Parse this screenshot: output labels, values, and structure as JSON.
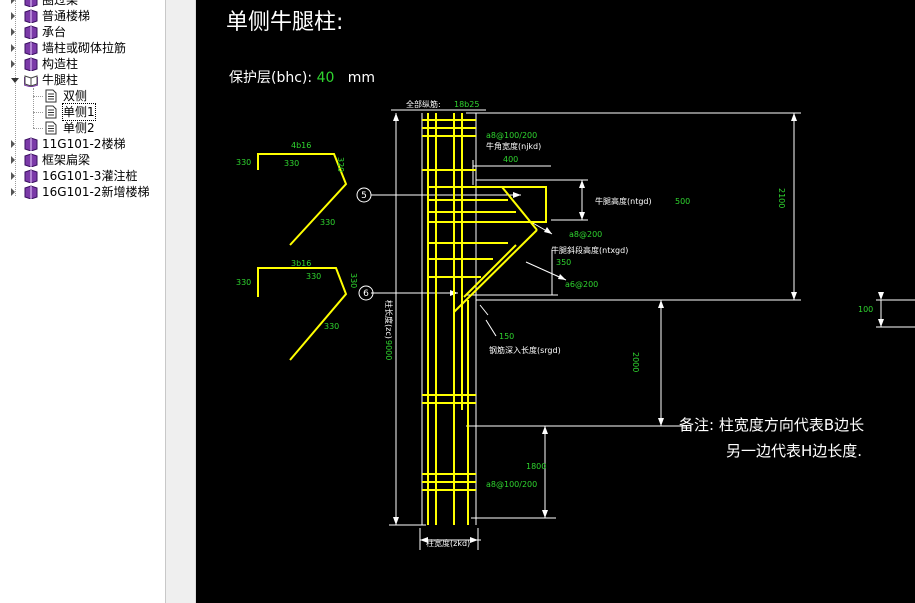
{
  "tree": {
    "items": [
      {
        "label": "圈过梁",
        "expanded": false,
        "book": true
      },
      {
        "label": "普通楼梯",
        "expanded": false,
        "book": true
      },
      {
        "label": "承台",
        "expanded": false,
        "book": true
      },
      {
        "label": "墙柱或砌体拉筋",
        "expanded": false,
        "book": true
      },
      {
        "label": "构造柱",
        "expanded": false,
        "book": true
      },
      {
        "label": "牛腿柱",
        "expanded": true,
        "book": true
      },
      {
        "label": "双侧",
        "child": true
      },
      {
        "label": "单侧1",
        "child": true,
        "selected": true
      },
      {
        "label": "单侧2",
        "child": true
      },
      {
        "label": "11G101-2楼梯",
        "expanded": false,
        "book": true
      },
      {
        "label": "框架扁梁",
        "expanded": false,
        "book": true
      },
      {
        "label": "16G101-3灌注桩",
        "expanded": false,
        "book": true
      },
      {
        "label": "16G101-2新增楼梯",
        "expanded": false,
        "book": true
      }
    ]
  },
  "drawing": {
    "title": "单侧牛腿柱:",
    "cover_label": "保护层(bhc):",
    "cover_value": "40",
    "cover_unit": "mm",
    "note_line1": "备注: 柱宽度方向代表B边长",
    "note_line2": "另一边代表H边长度.",
    "labels": {
      "all_bars": "全部纵筋:",
      "all_bars_value": "18b25",
      "stirrup_top": "a8@100/200",
      "corbel_width": "牛角宽度(njkd)",
      "corbel_width_value": "400",
      "corbel_height": "牛腿高度(ntgd)",
      "corbel_height_value": "500",
      "stirrup_a8_200": "a8@200",
      "slope_height": "牛腿斜段高度(ntxgd)",
      "slope_height_value": "350",
      "stirrup_a6_200": "a6@200",
      "len_2100": "2100",
      "len_100": "100",
      "len_2000": "2000",
      "len_1800": "1800",
      "len_150": "150",
      "anchor_len": "钢筋深入长度(srgd)",
      "column_len": "柱长度(zc)",
      "column_len_value": "9000",
      "stirrup_bottom": "a8@100/200",
      "column_width": "柱宽度(zkd)",
      "bar5_count": "4b16",
      "bar6_count": "3b16",
      "dim_330": "330",
      "dim_320": "320",
      "marker5": "5",
      "marker6": "6"
    }
  },
  "colors": {
    "rebar": "#ffff00",
    "dims": "#ffffff",
    "values": "#2fd52f",
    "background": "#000000"
  }
}
